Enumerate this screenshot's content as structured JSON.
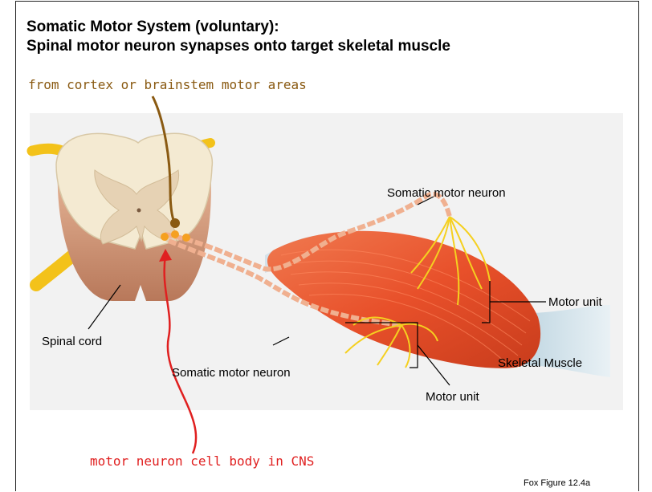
{
  "title": {
    "line1": "Somatic Motor System (voluntary):",
    "line2": "Spinal motor neuron synapses onto target skeletal muscle"
  },
  "annotations": {
    "descending_input": "from cortex or brainstem motor areas",
    "cell_body": "motor neuron cell body in CNS"
  },
  "labels": {
    "somatic_motor_neuron_top": "Somatic motor neuron",
    "somatic_motor_neuron_bottom": "Somatic motor neuron",
    "motor_unit_right": "Motor unit",
    "motor_unit_bottom": "Motor unit",
    "spinal_cord": "Spinal cord",
    "skeletal_muscle": "Skeletal Muscle"
  },
  "credit": "Fox Figure 12.4a",
  "colors": {
    "descending_annotation": "#8a5a12",
    "cell_body_annotation": "#e02020",
    "muscle": "#e8502a",
    "nerve_fibers": "#f5d020",
    "spinal_cord_white": "#f4ead2",
    "spinal_cord_gray": "#e6d2b4"
  }
}
